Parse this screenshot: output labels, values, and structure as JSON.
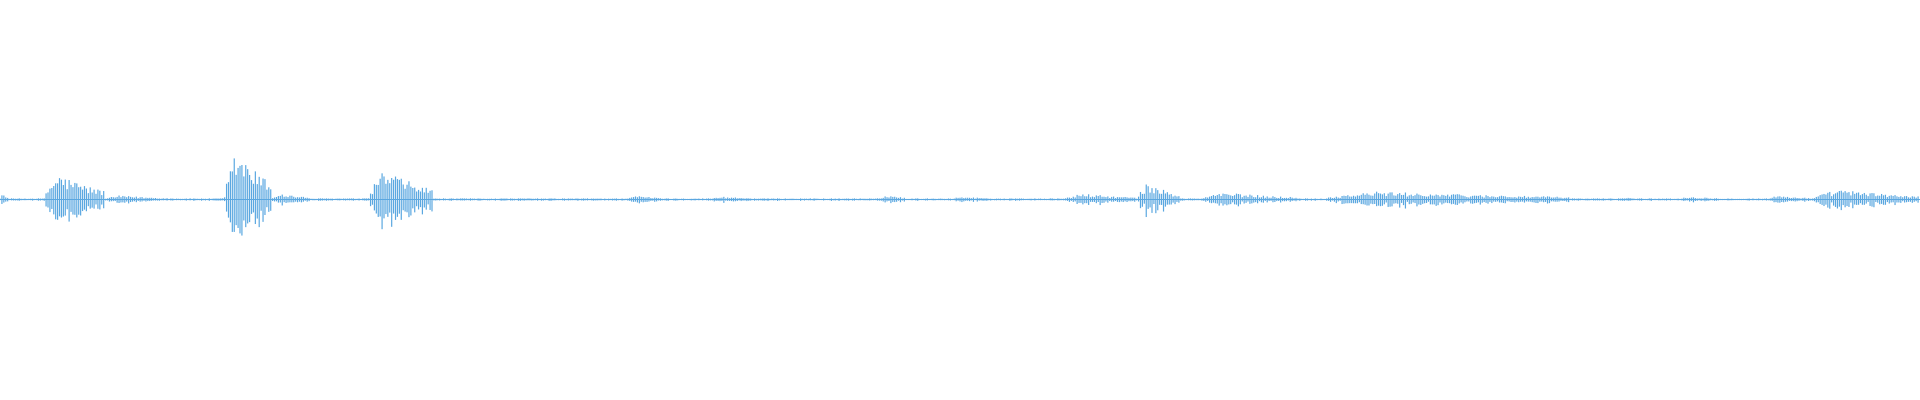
{
  "colors": {
    "background": "#ffffff",
    "waveform": "#5aa7e0",
    "centerline": "#5aa7e0"
  },
  "chart_data": {
    "type": "line",
    "title": "",
    "xlabel": "",
    "ylabel": "",
    "x_unit": "normalized_time",
    "x_range": [
      0,
      1
    ],
    "y_range": [
      -1,
      1
    ],
    "grid": false,
    "legend": "none",
    "series": [
      {
        "kind": "waveform_envelope",
        "baseline": 0,
        "sampling_step": 0.001,
        "bursts": [
          {
            "start": 0.0,
            "end": 0.004,
            "peak_amplitude": 0.06
          },
          {
            "start": 0.024,
            "end": 0.055,
            "peak_amplitude": 0.26
          },
          {
            "start": 0.055,
            "end": 0.09,
            "peak_amplitude": 0.04
          },
          {
            "start": 0.116,
            "end": 0.126,
            "peak_amplitude": 0.04
          },
          {
            "start": 0.118,
            "end": 0.142,
            "peak_amplitude": 0.49
          },
          {
            "start": 0.142,
            "end": 0.162,
            "peak_amplitude": 0.06
          },
          {
            "start": 0.193,
            "end": 0.226,
            "peak_amplitude": 0.3
          },
          {
            "start": 0.326,
            "end": 0.347,
            "peak_amplitude": 0.04
          },
          {
            "start": 0.37,
            "end": 0.398,
            "peak_amplitude": 0.03
          },
          {
            "start": 0.46,
            "end": 0.472,
            "peak_amplitude": 0.05
          },
          {
            "start": 0.496,
            "end": 0.52,
            "peak_amplitude": 0.03
          },
          {
            "start": 0.556,
            "end": 0.592,
            "peak_amplitude": 0.06
          },
          {
            "start": 0.593,
            "end": 0.615,
            "peak_amplitude": 0.16
          },
          {
            "start": 0.627,
            "end": 0.676,
            "peak_amplitude": 0.07
          },
          {
            "start": 0.692,
            "end": 0.818,
            "peak_amplitude": 0.08
          },
          {
            "start": 0.842,
            "end": 0.862,
            "peak_amplitude": 0.02
          },
          {
            "start": 0.874,
            "end": 0.9,
            "peak_amplitude": 0.03
          },
          {
            "start": 0.921,
            "end": 0.946,
            "peak_amplitude": 0.04
          },
          {
            "start": 0.946,
            "end": 1.0,
            "peak_amplitude": 0.1
          }
        ]
      }
    ]
  }
}
